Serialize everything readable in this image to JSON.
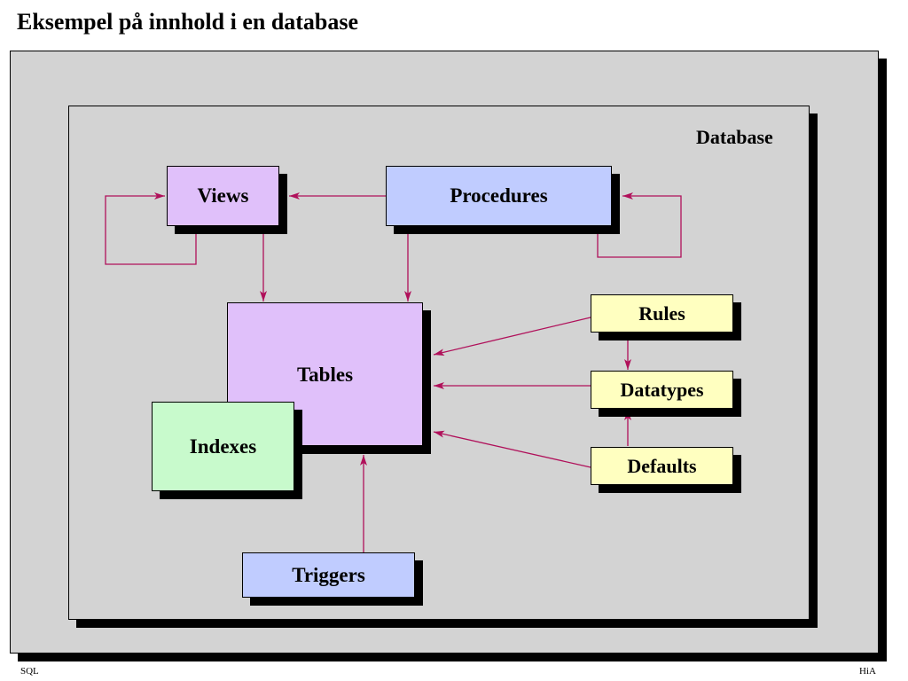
{
  "title": "Eksempel på innhold i en database",
  "footer": {
    "left": "SQL",
    "right": "HiA"
  },
  "diagram": {
    "container_label": "Database",
    "nodes": {
      "views": "Views",
      "procedures": "Procedures",
      "tables": "Tables",
      "indexes": "Indexes",
      "rules": "Rules",
      "datatypes": "Datatypes",
      "defaults": "Defaults",
      "triggers": "Triggers"
    },
    "colors": {
      "panel": "#d3d3d3",
      "arrow": "#b0105a",
      "views_tables": "#e0c0fa",
      "procedures_triggers": "#c0ccff",
      "rules_datatypes_defaults": "#ffffc0",
      "indexes": "#c8facc"
    },
    "edges": [
      {
        "from": "procedures",
        "to": "views"
      },
      {
        "from": "views",
        "to": "views"
      },
      {
        "from": "procedures",
        "to": "procedures"
      },
      {
        "from": "views",
        "to": "tables"
      },
      {
        "from": "procedures",
        "to": "tables"
      },
      {
        "from": "rules",
        "to": "tables"
      },
      {
        "from": "datatypes",
        "to": "tables"
      },
      {
        "from": "defaults",
        "to": "tables"
      },
      {
        "from": "rules",
        "to": "datatypes"
      },
      {
        "from": "defaults",
        "to": "datatypes"
      },
      {
        "from": "triggers",
        "to": "tables"
      }
    ]
  }
}
